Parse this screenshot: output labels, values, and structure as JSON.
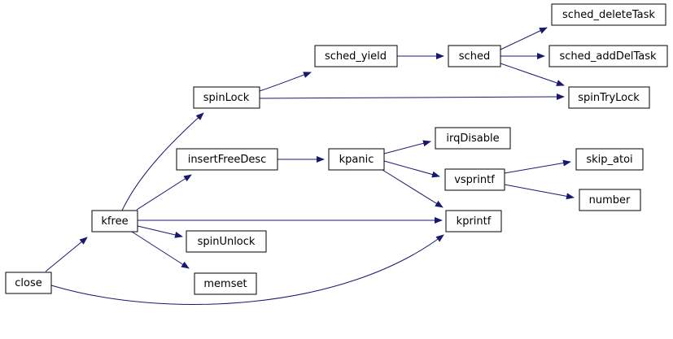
{
  "diagram": {
    "kind": "function-call-graph",
    "root": "close",
    "colors": {
      "edge": "#191970",
      "node_fill": "#ffffff",
      "node_border": "#000000",
      "highlighted_node_fill": "#c0c0c0",
      "text": "#000000"
    },
    "nodes": {
      "close": {
        "label": "close",
        "highlighted": true
      },
      "kfree": {
        "label": "kfree"
      },
      "spinLock": {
        "label": "spinLock"
      },
      "sched_yield": {
        "label": "sched_yield"
      },
      "sched": {
        "label": "sched"
      },
      "sched_deleteTask": {
        "label": "sched_deleteTask"
      },
      "sched_addDelTask": {
        "label": "sched_addDelTask"
      },
      "spinTryLock": {
        "label": "spinTryLock"
      },
      "insertFreeDesc": {
        "label": "insertFreeDesc"
      },
      "kpanic": {
        "label": "kpanic"
      },
      "irqDisable": {
        "label": "irqDisable"
      },
      "vsprintf": {
        "label": "vsprintf"
      },
      "skip_atoi": {
        "label": "skip_atoi"
      },
      "number": {
        "label": "number"
      },
      "kprintf": {
        "label": "kprintf"
      },
      "spinUnlock": {
        "label": "spinUnlock"
      },
      "memset": {
        "label": "memset"
      }
    },
    "edges": [
      {
        "from": "close",
        "to": "kfree"
      },
      {
        "from": "close",
        "to": "kprintf"
      },
      {
        "from": "kfree",
        "to": "spinLock"
      },
      {
        "from": "kfree",
        "to": "insertFreeDesc"
      },
      {
        "from": "kfree",
        "to": "kprintf"
      },
      {
        "from": "kfree",
        "to": "spinUnlock"
      },
      {
        "from": "kfree",
        "to": "memset"
      },
      {
        "from": "spinLock",
        "to": "sched_yield"
      },
      {
        "from": "spinLock",
        "to": "spinTryLock"
      },
      {
        "from": "sched_yield",
        "to": "sched"
      },
      {
        "from": "sched",
        "to": "sched_deleteTask"
      },
      {
        "from": "sched",
        "to": "sched_addDelTask"
      },
      {
        "from": "sched",
        "to": "spinTryLock"
      },
      {
        "from": "insertFreeDesc",
        "to": "kpanic"
      },
      {
        "from": "kpanic",
        "to": "irqDisable"
      },
      {
        "from": "kpanic",
        "to": "vsprintf"
      },
      {
        "from": "kpanic",
        "to": "kprintf"
      },
      {
        "from": "vsprintf",
        "to": "skip_atoi"
      },
      {
        "from": "vsprintf",
        "to": "number"
      }
    ]
  }
}
